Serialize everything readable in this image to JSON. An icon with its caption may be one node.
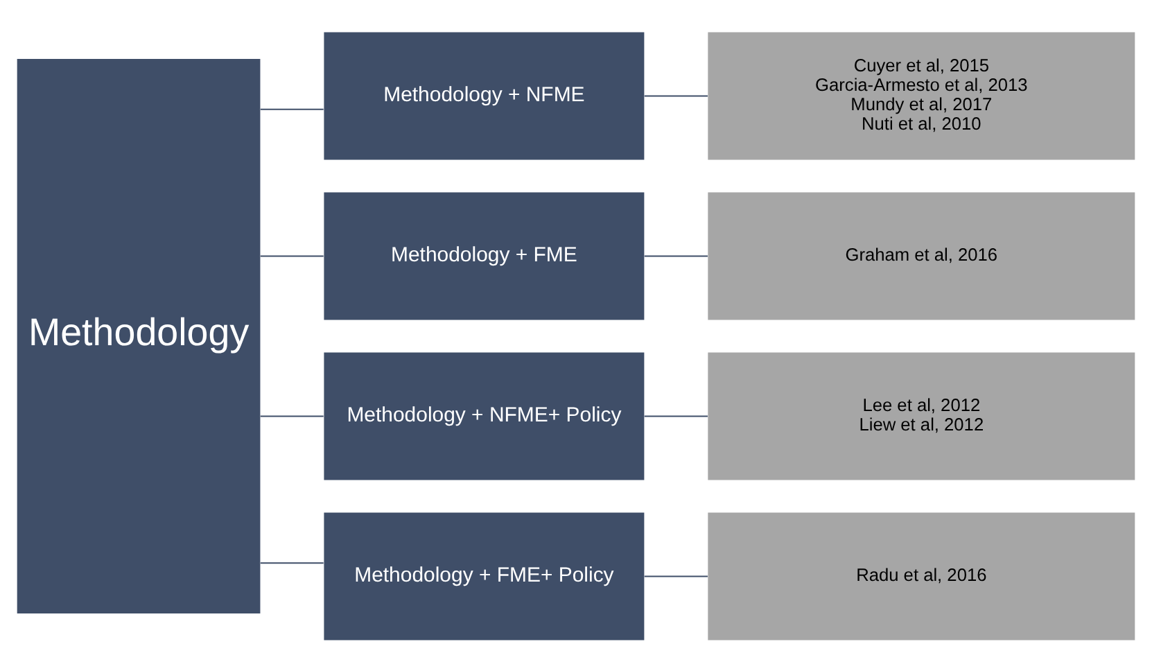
{
  "diagram": {
    "nodes": [
      {
        "text": [
          "Methodology"
        ]
      },
      {
        "text": [
          "Methodology + NFME"
        ]
      },
      {
        "text": [
          "Methodology + FME"
        ]
      },
      {
        "text": [
          "Methodology + NFME+ Policy"
        ]
      },
      {
        "text": [
          "Methodology + FME+ Policy"
        ]
      },
      {
        "text": [
          "Cuyer et al, 2015",
          "Garcia-Armesto et al, 2013",
          "Mundy et al, 2017",
          "Nuti et al, 2010"
        ]
      },
      {
        "text": [
          "Graham et al, 2016"
        ]
      },
      {
        "text": [
          "Lee et al, 2012",
          "Liew et al, 2012"
        ]
      },
      {
        "text": [
          "Radu et al, 2016"
        ]
      }
    ],
    "edges": [
      {
        "from": 0,
        "to": 1,
        "arrow": "none"
      },
      {
        "from": 0,
        "to": 2,
        "arrow": "none"
      },
      {
        "from": 0,
        "to": 3,
        "arrow": "none"
      },
      {
        "from": 0,
        "to": 4,
        "arrow": "none"
      },
      {
        "from": 1,
        "to": 5,
        "arrow": "none"
      },
      {
        "from": 2,
        "to": 6,
        "arrow": "none"
      },
      {
        "from": 3,
        "to": 7,
        "arrow": "none"
      },
      {
        "from": 4,
        "to": 8,
        "arrow": "none"
      }
    ]
  }
}
